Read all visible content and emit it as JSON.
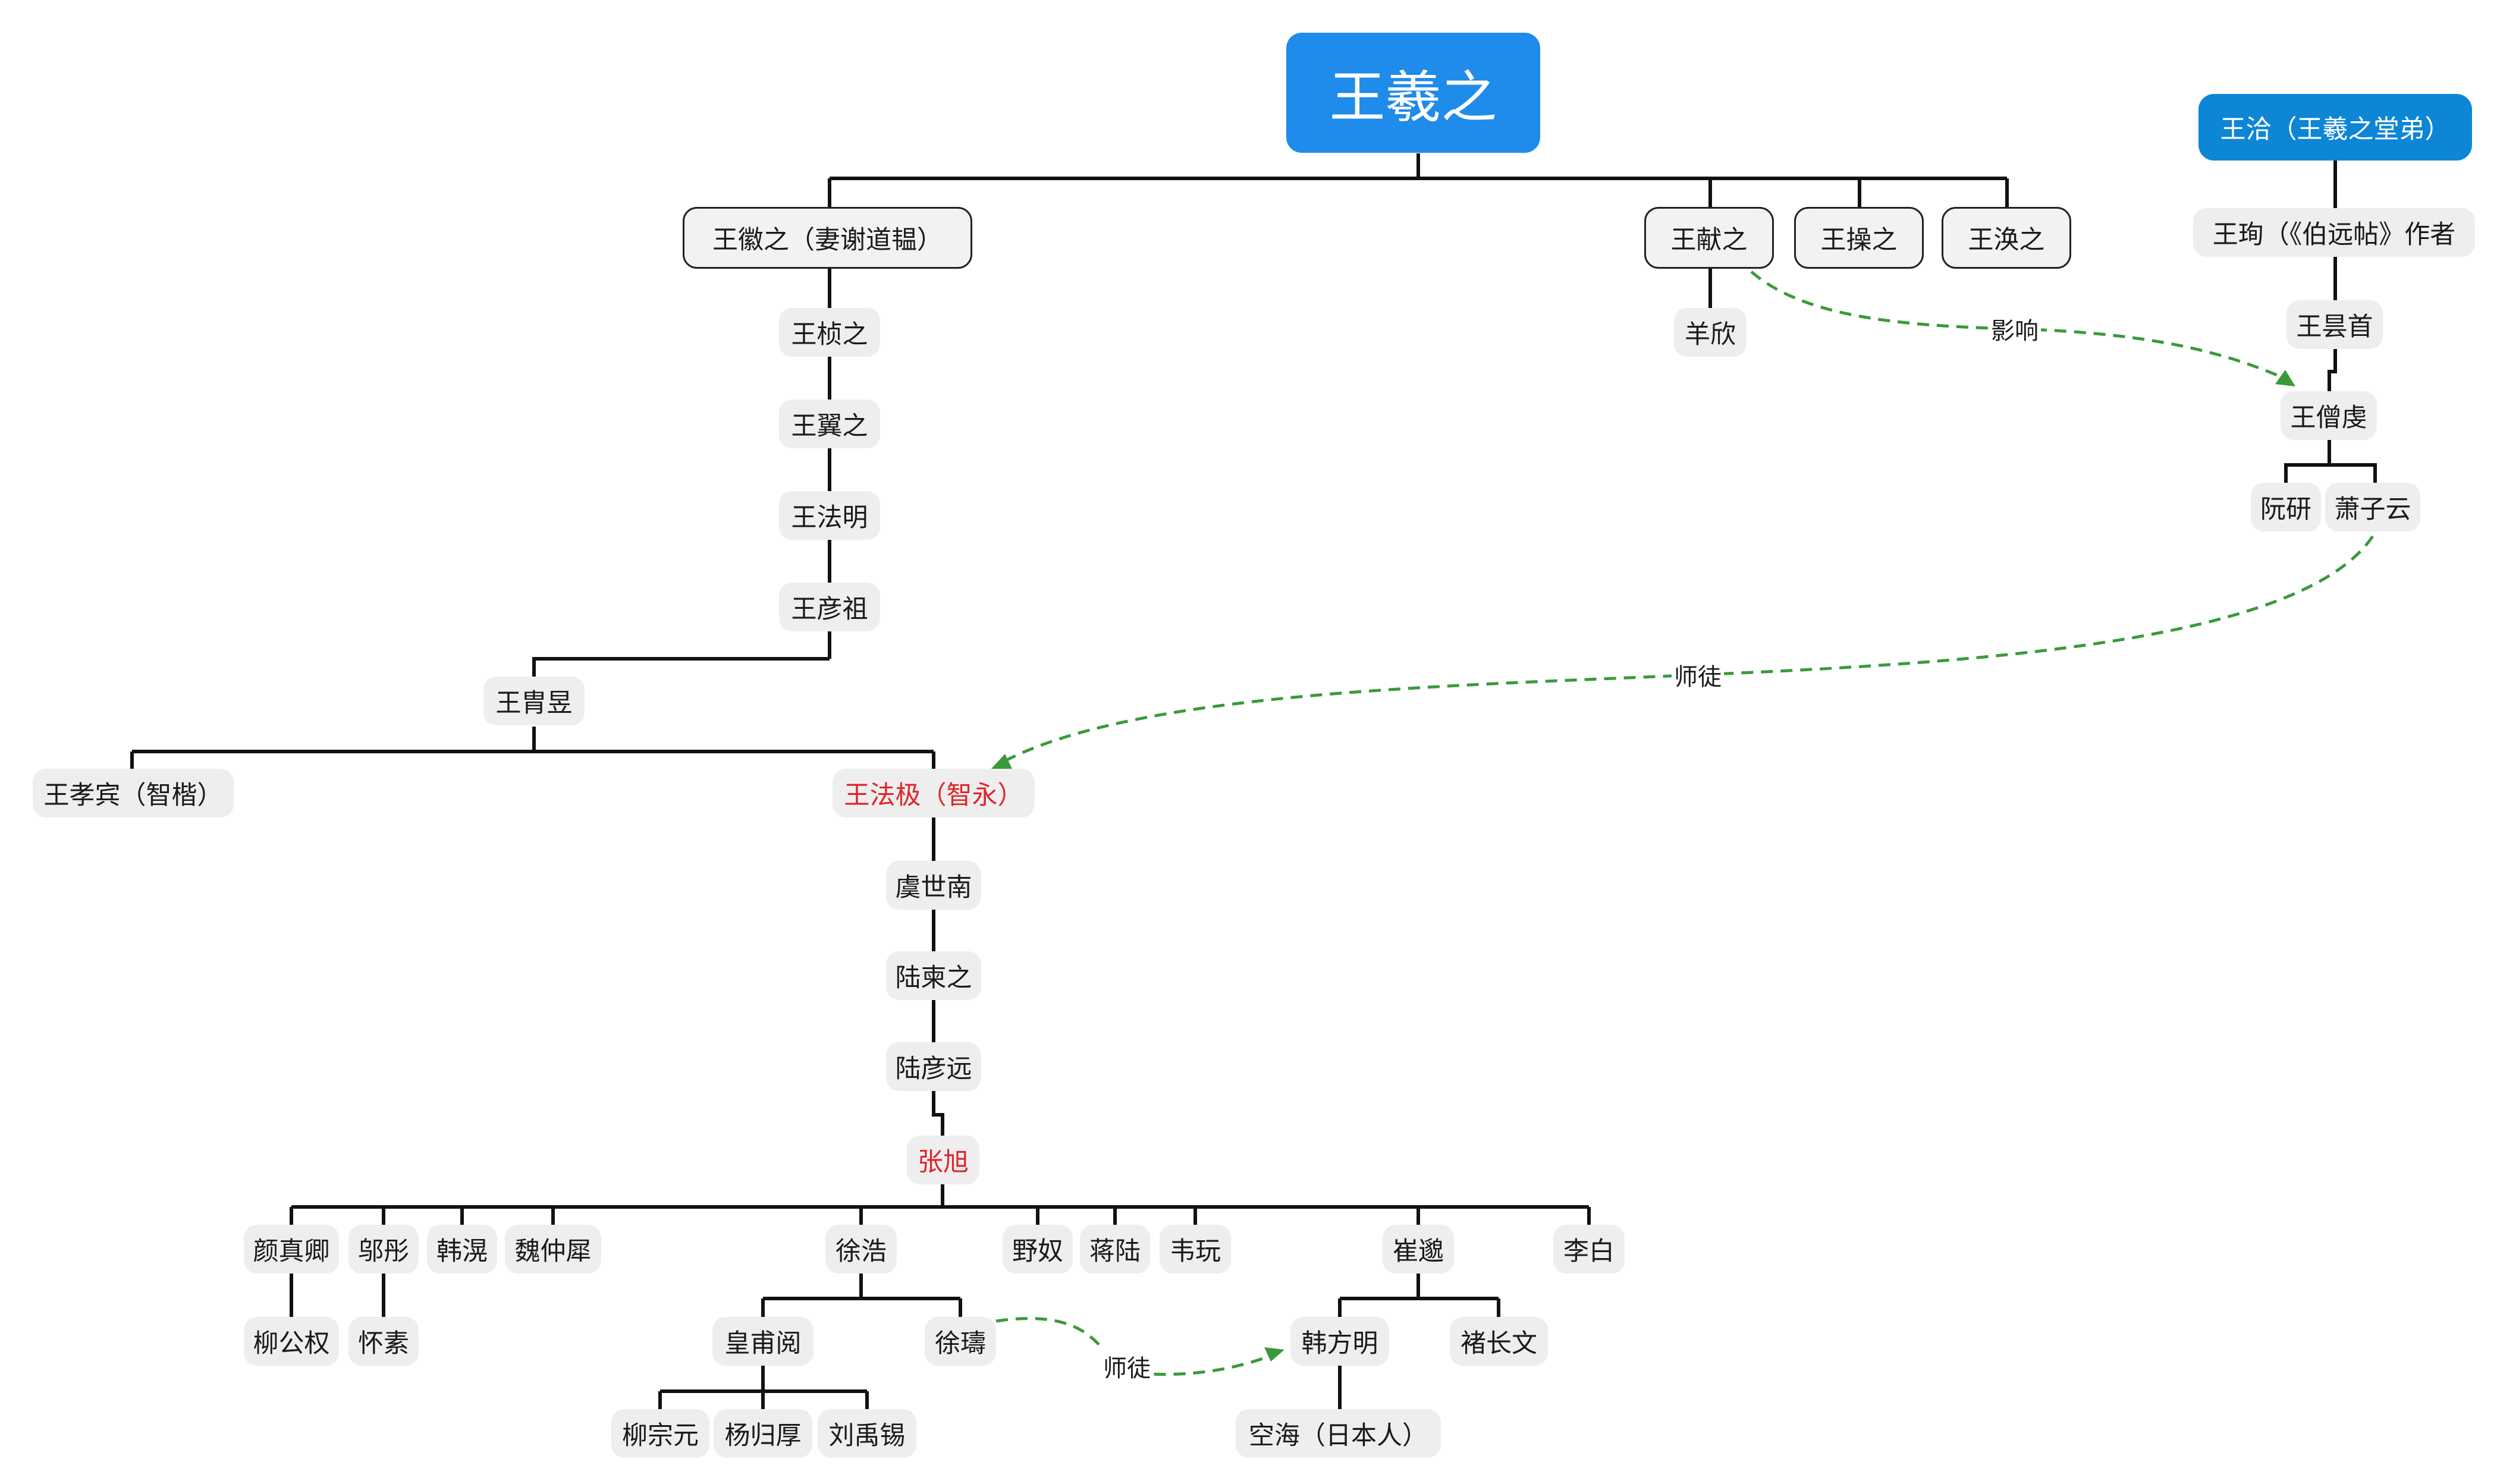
{
  "colors": {
    "tree_line": "#111111",
    "relation_line": "#3a9a3a",
    "highlight_text": "#e0242b",
    "root_fill": "#1f8bea"
  },
  "nodes": {
    "n_root": "王羲之",
    "n_wanghuizhi": "王徽之（妻谢道韫）",
    "n_wangxianzhi": "王献之",
    "n_wangcaozhi": "王操之",
    "n_wanghuanzhi": "王涣之",
    "n_yangxin": "羊欣",
    "n_wangzhenzhi": "王桢之",
    "n_wangyizhi": "王翼之",
    "n_wangfaming": "王法明",
    "n_wangyanzu": "王彦祖",
    "n_wangxuyu": "王胄昱",
    "n_wangxiaobin": "王孝宾（智楷）",
    "n_wangfaji": "王法极（智永）",
    "n_yushinan": "虞世南",
    "n_lujianzhi": "陆柬之",
    "n_luyanyuan": "陆彦远",
    "n_zhangxu": "张旭",
    "n_yanzhenqing": "颜真卿",
    "n_wutong": "邬彤",
    "n_hanhuang": "韩滉",
    "n_weizhongxi": "魏仲犀",
    "n_xuhao": "徐浩",
    "n_yenu": "野奴",
    "n_jianglu": "蒋陆",
    "n_weiwan": "韦玩",
    "n_cuimiao": "崔邈",
    "n_libai": "李白",
    "n_liugongquan": "柳公权",
    "n_huaisu": "怀素",
    "n_huangfuyue": "皇甫阅",
    "n_xushou": "徐璹",
    "n_hanfangming": "韩方明",
    "n_chuchangwen": "褚长文",
    "n_liuzongyuan": "柳宗元",
    "n_yangguihou": "杨归厚",
    "n_liuyuxi": "刘禹锡",
    "n_kongehai": "空海（日本人）",
    "n_wangqia": "王洽（王羲之堂弟）",
    "n_wangxun": "王珣（《伯远帖》作者",
    "n_wangtanshou": "王昙首",
    "n_wangsengqian": "王僧虔",
    "n_ruanyan": "阮研",
    "n_xiaoziyun": "萧子云"
  },
  "relations": {
    "influence": "影响",
    "master_disciple_1": "师徒",
    "master_disciple_2": "师徒"
  }
}
